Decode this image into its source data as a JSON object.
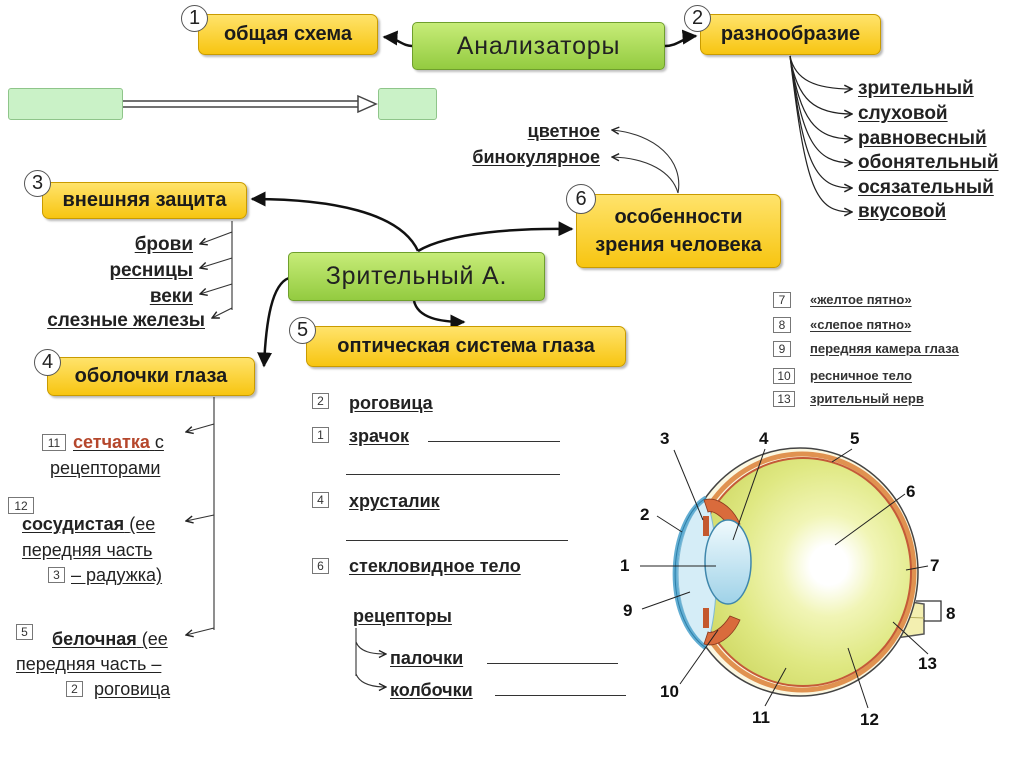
{
  "colors": {
    "box_yellow": "#f7c511",
    "box_green": "#93cb40",
    "term_highlight": "#b5472c",
    "blank_box": "#caf2c7"
  },
  "root": {
    "title": "Анализаторы"
  },
  "general_scheme": {
    "num": "1",
    "label": "общая схема"
  },
  "variety": {
    "num": "2",
    "label": "разнообразие",
    "items": [
      "зрительный",
      "слуховой",
      "равновесный",
      "обонятельный",
      "осязательный",
      "вкусовой"
    ]
  },
  "visual_analyzer": {
    "title": "Зрительный А."
  },
  "external_protection": {
    "num": "3",
    "label": "внешняя защита",
    "items": [
      "брови",
      "ресницы",
      "веки",
      "слезные железы"
    ]
  },
  "vision_features": {
    "num": "6",
    "label_line1": "особенности",
    "label_line2": "зрения человека",
    "items": [
      "цветное",
      "бинокулярное"
    ]
  },
  "optical_system": {
    "num": "5",
    "label": "оптическая система глаза",
    "parts": [
      {
        "num": "2",
        "label": "роговица"
      },
      {
        "num": "1",
        "label": "зрачок"
      },
      {
        "num": "4",
        "label": "хрусталик"
      },
      {
        "num": "6",
        "label": "стекловидное тело"
      }
    ],
    "receptors": {
      "label": "рецепторы",
      "items": [
        "палочки",
        "колбочки"
      ]
    }
  },
  "eye_membranes": {
    "num": "4",
    "label": "оболочки глаза",
    "items": [
      {
        "num": "11",
        "term": "сетчатка",
        "term_suffix": "с",
        "line2": "рецепторами"
      },
      {
        "num": "12",
        "term": "сосудистая",
        "term_suffix": "(ее",
        "line2": "передняя часть",
        "ref_num": "3",
        "ref_label": "– радужка)"
      },
      {
        "num": "5",
        "term": "белочная",
        "term_suffix": "(ее",
        "line2": "передняя часть –",
        "ref_num": "2",
        "ref_label": "роговица"
      }
    ]
  },
  "legend": [
    {
      "num": "7",
      "label": "«желтое пятно»"
    },
    {
      "num": "8",
      "label": "«слепое пятно»"
    },
    {
      "num": "9",
      "label": "передняя камера глаза"
    },
    {
      "num": "10",
      "label": "ресничное тело"
    },
    {
      "num": "13",
      "label": "зрительный нерв"
    }
  ],
  "eye_diagram": {
    "labels": [
      "1",
      "2",
      "3",
      "4",
      "5",
      "6",
      "7",
      "8",
      "9",
      "10",
      "11",
      "12",
      "13"
    ]
  }
}
